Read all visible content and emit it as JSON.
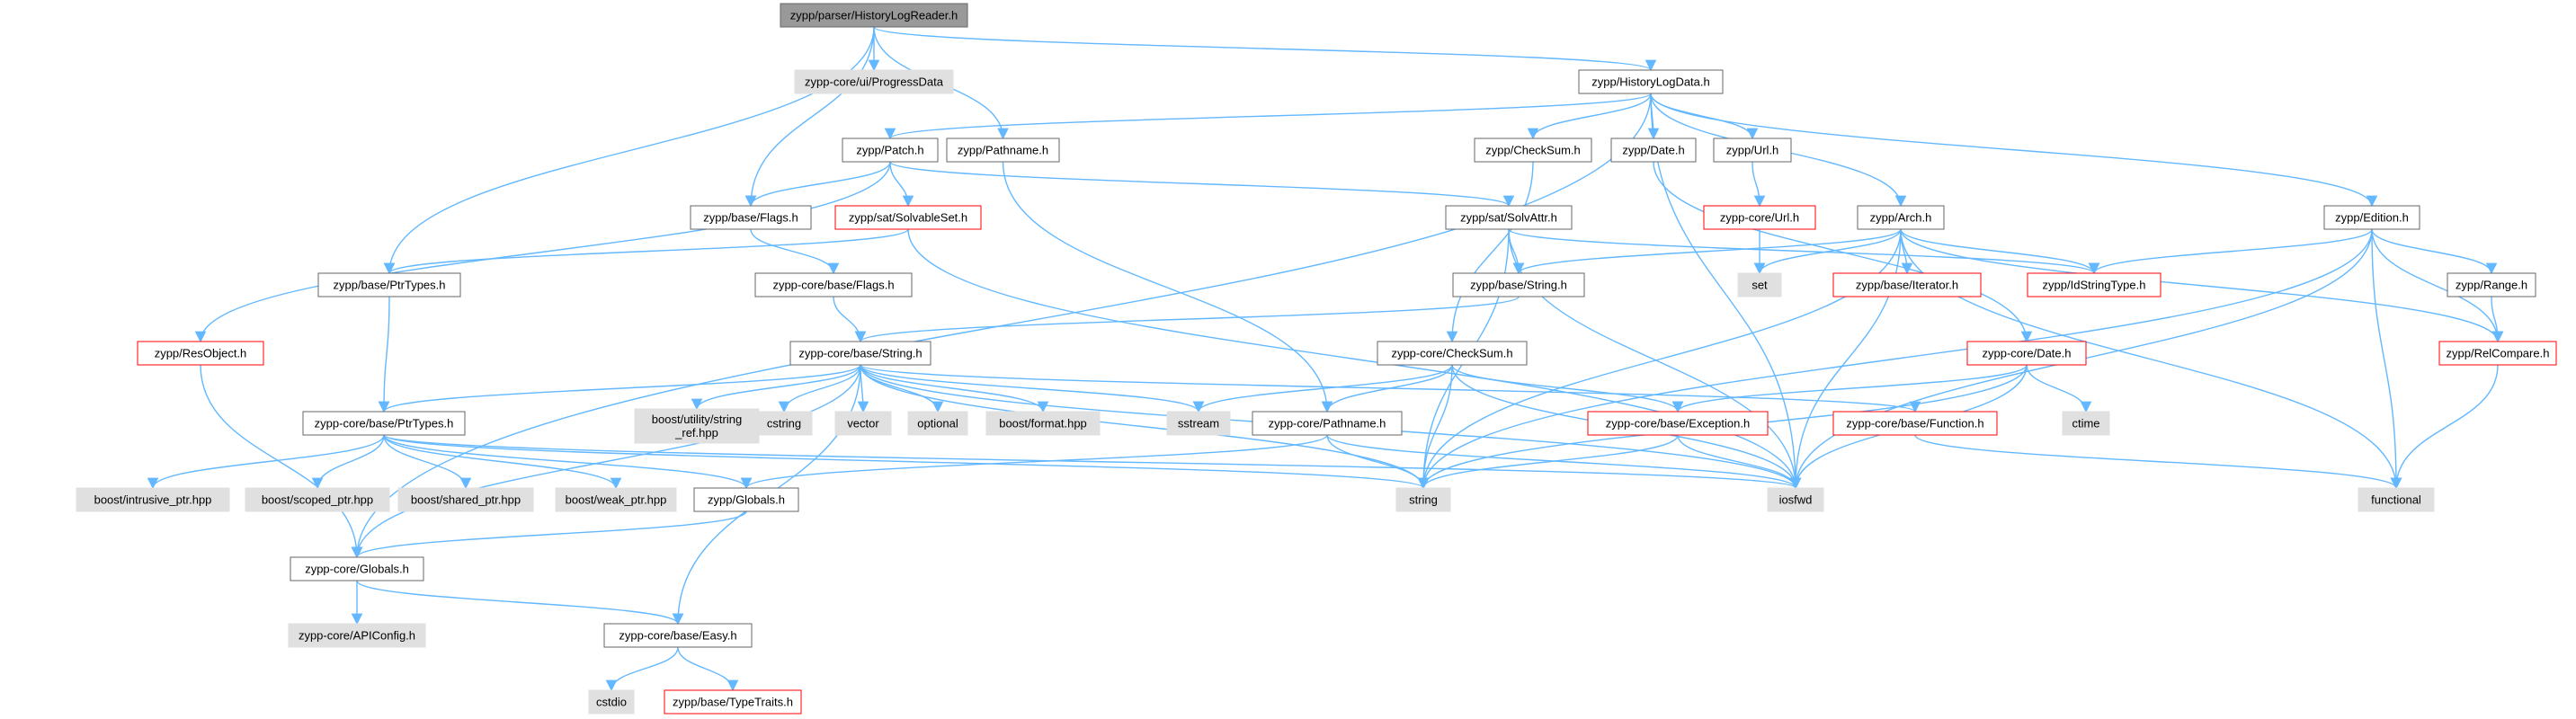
{
  "diagram": {
    "title": "",
    "colors": {
      "edge": "#63b8ff",
      "root_fill": "#999999",
      "root_stroke": "#666666",
      "normal_fill": "#ffffff",
      "normal_stroke": "#666666",
      "system_fill": "#e0e0e0",
      "system_stroke": "#e0e0e0",
      "truncated_stroke": "#ff0000"
    },
    "nodes": [
      {
        "id": "root",
        "label": "zypp/parser/HistoryLogReader.h",
        "kind": "root"
      },
      {
        "id": "progressdata",
        "label": "zypp-core/ui/ProgressData",
        "kind": "system"
      },
      {
        "id": "pathname_h",
        "label": "zypp/Pathname.h",
        "kind": "normal"
      },
      {
        "id": "historylogdata",
        "label": "zypp/HistoryLogData.h",
        "kind": "normal"
      },
      {
        "id": "patch",
        "label": "zypp/Patch.h",
        "kind": "normal"
      },
      {
        "id": "checksum_h",
        "label": "zypp/CheckSum.h",
        "kind": "normal"
      },
      {
        "id": "date_h",
        "label": "zypp/Date.h",
        "kind": "normal"
      },
      {
        "id": "url_h",
        "label": "zypp/Url.h",
        "kind": "normal"
      },
      {
        "id": "edition",
        "label": "zypp/Edition.h",
        "kind": "normal"
      },
      {
        "id": "base_flags",
        "label": "zypp/base/Flags.h",
        "kind": "normal"
      },
      {
        "id": "solvableset",
        "label": "zypp/sat/SolvableSet.h",
        "kind": "truncated"
      },
      {
        "id": "solvattr",
        "label": "zypp/sat/SolvAttr.h",
        "kind": "normal"
      },
      {
        "id": "core_url",
        "label": "zypp-core/Url.h",
        "kind": "truncated"
      },
      {
        "id": "arch",
        "label": "zypp/Arch.h",
        "kind": "normal"
      },
      {
        "id": "base_ptrtypes",
        "label": "zypp/base/PtrTypes.h",
        "kind": "normal"
      },
      {
        "id": "core_flags",
        "label": "zypp-core/base/Flags.h",
        "kind": "normal"
      },
      {
        "id": "base_string",
        "label": "zypp/base/String.h",
        "kind": "normal"
      },
      {
        "id": "set",
        "label": "set",
        "kind": "system"
      },
      {
        "id": "base_iterator",
        "label": "zypp/base/Iterator.h",
        "kind": "truncated"
      },
      {
        "id": "idstringtype",
        "label": "zypp/IdStringType.h",
        "kind": "truncated"
      },
      {
        "id": "range",
        "label": "zypp/Range.h",
        "kind": "normal"
      },
      {
        "id": "resobject",
        "label": "zypp/ResObject.h",
        "kind": "truncated"
      },
      {
        "id": "core_string",
        "label": "zypp-core/base/String.h",
        "kind": "normal"
      },
      {
        "id": "core_checksum",
        "label": "zypp-core/CheckSum.h",
        "kind": "normal"
      },
      {
        "id": "core_date",
        "label": "zypp-core/Date.h",
        "kind": "truncated"
      },
      {
        "id": "relcompare",
        "label": "zypp/RelCompare.h",
        "kind": "truncated"
      },
      {
        "id": "core_ptrtypes",
        "label": "zypp-core/base/PtrTypes.h",
        "kind": "normal"
      },
      {
        "id": "string_ref",
        "label": "boost/utility/string\n_ref.hpp",
        "kind": "system"
      },
      {
        "id": "cstring",
        "label": "cstring",
        "kind": "system"
      },
      {
        "id": "vector",
        "label": "vector",
        "kind": "system"
      },
      {
        "id": "optional",
        "label": "optional",
        "kind": "system"
      },
      {
        "id": "boost_format",
        "label": "boost/format.hpp",
        "kind": "system"
      },
      {
        "id": "sstream",
        "label": "sstream",
        "kind": "system"
      },
      {
        "id": "core_pathname",
        "label": "zypp-core/Pathname.h",
        "kind": "normal"
      },
      {
        "id": "core_exception",
        "label": "zypp-core/base/Exception.h",
        "kind": "truncated"
      },
      {
        "id": "core_function",
        "label": "zypp-core/base/Function.h",
        "kind": "truncated"
      },
      {
        "id": "ctime",
        "label": "ctime",
        "kind": "system"
      },
      {
        "id": "intrusive_ptr",
        "label": "boost/intrusive_ptr.hpp",
        "kind": "system"
      },
      {
        "id": "scoped_ptr",
        "label": "boost/scoped_ptr.hpp",
        "kind": "system"
      },
      {
        "id": "shared_ptr",
        "label": "boost/shared_ptr.hpp",
        "kind": "system"
      },
      {
        "id": "weak_ptr",
        "label": "boost/weak_ptr.hpp",
        "kind": "system"
      },
      {
        "id": "globals_h",
        "label": "zypp/Globals.h",
        "kind": "normal"
      },
      {
        "id": "string",
        "label": "string",
        "kind": "system"
      },
      {
        "id": "iosfwd",
        "label": "iosfwd",
        "kind": "system"
      },
      {
        "id": "functional",
        "label": "functional",
        "kind": "system"
      },
      {
        "id": "core_globals",
        "label": "zypp-core/Globals.h",
        "kind": "normal"
      },
      {
        "id": "apiconfig",
        "label": "zypp-core/APIConfig.h",
        "kind": "system"
      },
      {
        "id": "core_easy",
        "label": "zypp-core/base/Easy.h",
        "kind": "normal"
      },
      {
        "id": "cstdio",
        "label": "cstdio",
        "kind": "system"
      },
      {
        "id": "typetraits",
        "label": "zypp/base/TypeTraits.h",
        "kind": "truncated"
      }
    ],
    "edges": [
      [
        "root",
        "progressdata"
      ],
      [
        "root",
        "pathname_h"
      ],
      [
        "root",
        "historylogdata"
      ],
      [
        "root",
        "base_flags"
      ],
      [
        "root",
        "base_ptrtypes"
      ],
      [
        "historylogdata",
        "patch"
      ],
      [
        "historylogdata",
        "checksum_h"
      ],
      [
        "historylogdata",
        "date_h"
      ],
      [
        "historylogdata",
        "url_h"
      ],
      [
        "historylogdata",
        "edition"
      ],
      [
        "historylogdata",
        "arch"
      ],
      [
        "historylogdata",
        "iosfwd"
      ],
      [
        "historylogdata",
        "core_globals"
      ],
      [
        "patch",
        "base_flags"
      ],
      [
        "patch",
        "solvableset"
      ],
      [
        "patch",
        "solvattr"
      ],
      [
        "patch",
        "resobject"
      ],
      [
        "pathname_h",
        "core_pathname"
      ],
      [
        "checksum_h",
        "core_checksum"
      ],
      [
        "date_h",
        "core_date"
      ],
      [
        "url_h",
        "core_url"
      ],
      [
        "core_url",
        "set"
      ],
      [
        "base_flags",
        "core_flags"
      ],
      [
        "core_flags",
        "core_string"
      ],
      [
        "solvableset",
        "base_ptrtypes"
      ],
      [
        "solvableset",
        "iosfwd"
      ],
      [
        "solvattr",
        "base_string"
      ],
      [
        "solvattr",
        "idstringtype"
      ],
      [
        "solvattr",
        "iosfwd"
      ],
      [
        "solvattr",
        "string"
      ],
      [
        "arch",
        "base_string"
      ],
      [
        "arch",
        "set"
      ],
      [
        "arch",
        "base_iterator"
      ],
      [
        "arch",
        "idstringtype"
      ],
      [
        "arch",
        "relcompare"
      ],
      [
        "arch",
        "string"
      ],
      [
        "arch",
        "iosfwd"
      ],
      [
        "arch",
        "functional"
      ],
      [
        "edition",
        "idstringtype"
      ],
      [
        "edition",
        "range"
      ],
      [
        "edition",
        "relcompare"
      ],
      [
        "edition",
        "string"
      ],
      [
        "edition",
        "iosfwd"
      ],
      [
        "edition",
        "functional"
      ],
      [
        "range",
        "relcompare"
      ],
      [
        "relcompare",
        "functional"
      ],
      [
        "base_ptrtypes",
        "core_ptrtypes"
      ],
      [
        "base_string",
        "core_string"
      ],
      [
        "resobject",
        "core_globals"
      ],
      [
        "core_string",
        "core_ptrtypes"
      ],
      [
        "core_string",
        "string_ref"
      ],
      [
        "core_string",
        "cstring"
      ],
      [
        "core_string",
        "vector"
      ],
      [
        "core_string",
        "optional"
      ],
      [
        "core_string",
        "boost_format"
      ],
      [
        "core_string",
        "sstream"
      ],
      [
        "core_string",
        "core_function"
      ],
      [
        "core_string",
        "string"
      ],
      [
        "core_string",
        "iosfwd"
      ],
      [
        "core_string",
        "core_easy"
      ],
      [
        "core_string",
        "core_globals"
      ],
      [
        "core_checksum",
        "sstream"
      ],
      [
        "core_checksum",
        "core_pathname"
      ],
      [
        "core_checksum",
        "core_exception"
      ],
      [
        "core_checksum",
        "string"
      ],
      [
        "core_checksum",
        "iosfwd"
      ],
      [
        "core_date",
        "ctime"
      ],
      [
        "core_date",
        "core_exception"
      ],
      [
        "core_date",
        "string"
      ],
      [
        "core_date",
        "iosfwd"
      ],
      [
        "core_pathname",
        "string"
      ],
      [
        "core_pathname",
        "iosfwd"
      ],
      [
        "core_pathname",
        "globals_h"
      ],
      [
        "core_exception",
        "string"
      ],
      [
        "core_exception",
        "iosfwd"
      ],
      [
        "core_function",
        "functional"
      ],
      [
        "core_ptrtypes",
        "intrusive_ptr"
      ],
      [
        "core_ptrtypes",
        "scoped_ptr"
      ],
      [
        "core_ptrtypes",
        "shared_ptr"
      ],
      [
        "core_ptrtypes",
        "weak_ptr"
      ],
      [
        "core_ptrtypes",
        "string"
      ],
      [
        "core_ptrtypes",
        "iosfwd"
      ],
      [
        "core_ptrtypes",
        "globals_h"
      ],
      [
        "globals_h",
        "core_globals"
      ],
      [
        "core_globals",
        "apiconfig"
      ],
      [
        "core_globals",
        "core_easy"
      ],
      [
        "core_easy",
        "cstdio"
      ],
      [
        "core_easy",
        "typetraits"
      ]
    ]
  }
}
